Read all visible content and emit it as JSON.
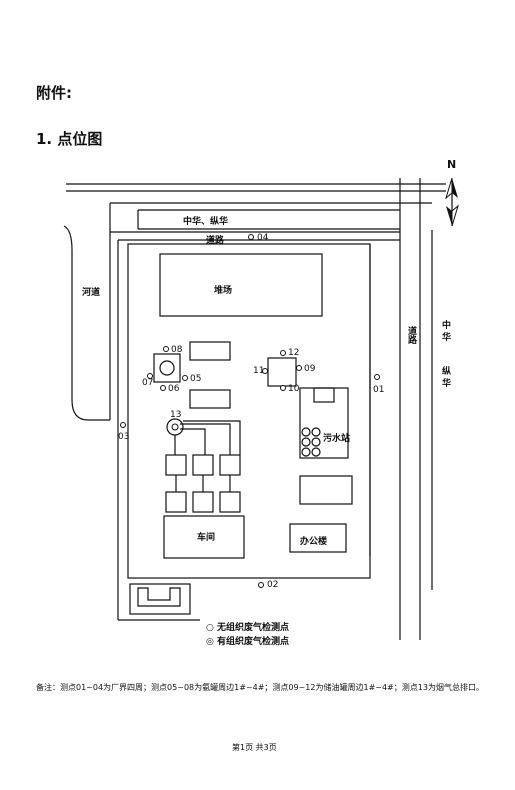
{
  "header": {
    "attachment": "附件:",
    "section": "1. 点位图"
  },
  "map": {
    "north": "N",
    "road_horizontal": "中华、纵华",
    "road_horizontal_suffix": "道路",
    "road_vertical": "道路",
    "road_vertical_name": [
      "中",
      "华",
      "纵",
      "华"
    ],
    "river": "河道",
    "buildings": {
      "yard": "堆场",
      "sewage": "污水站",
      "workshop": "车间",
      "office": "办公楼"
    },
    "points": {
      "p01": "01",
      "p02": "02",
      "p03": "03",
      "p04": "04",
      "p05": "05",
      "p06": "06",
      "p07": "07",
      "p08": "08",
      "p09": "09",
      "p10": "10",
      "p11": "11",
      "p12": "12",
      "p13": "13"
    },
    "legend": {
      "unorganized": "○ 无组织废气检测点",
      "organized": "◎ 有组织废气检测点"
    }
  },
  "footer": {
    "note": "备注：测点01~04为厂界四周；测点05~08为氨罐周边1#~4#；测点09~12为储油罐周边1#~4#；测点13为烟气总排口。",
    "page": "第1页  共3页"
  }
}
